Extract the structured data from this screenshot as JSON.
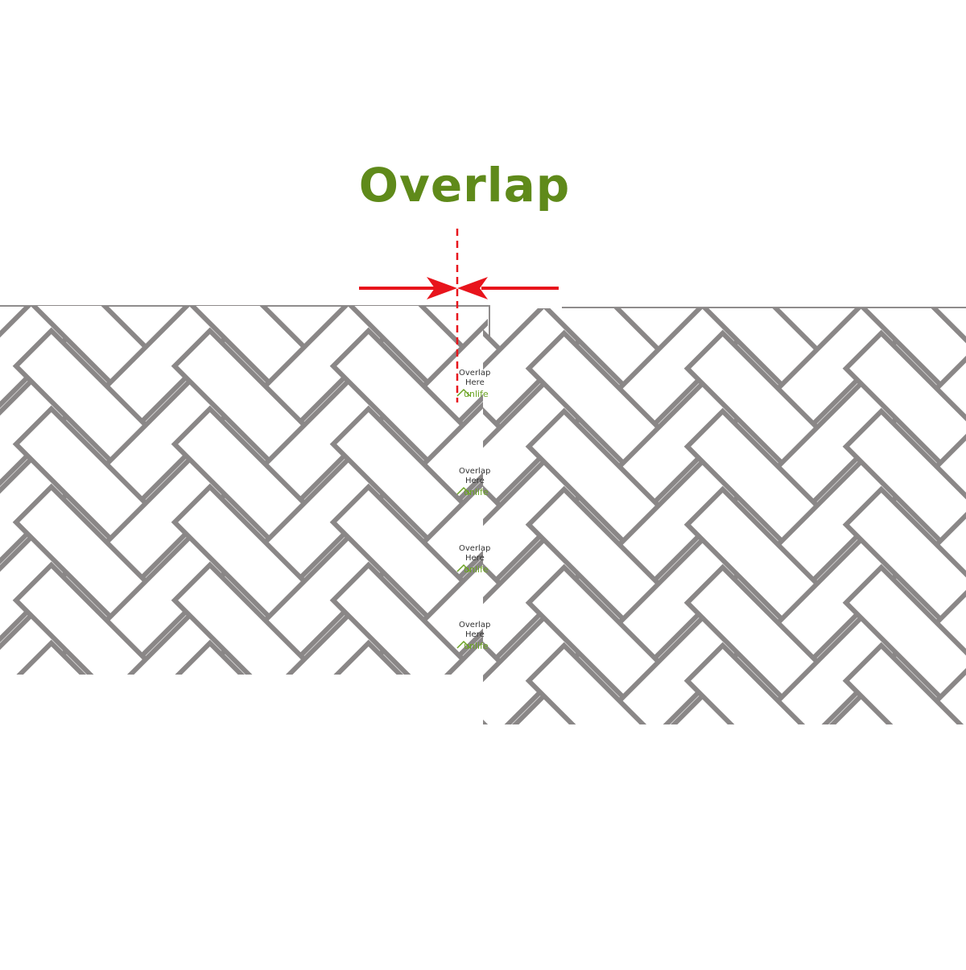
{
  "title": "Overlap",
  "overlap_marks": [
    {
      "line1": "Overlap",
      "line2": "Here",
      "brand": "unlife"
    },
    {
      "line1": "Overlap",
      "line2": "Here",
      "brand": "unlife"
    },
    {
      "line1": "Overlap",
      "line2": "Here",
      "brand": "unlife"
    },
    {
      "line1": "Overlap",
      "line2": "Here",
      "brand": "unlife"
    }
  ],
  "colors": {
    "title": "#5f8a1a",
    "arrow": "#e8141c",
    "tile_grout": "#8a8787",
    "brand": "#6aa321"
  },
  "icons": [
    "left-arrow-icon",
    "right-arrow-icon",
    "house-logo-icon"
  ]
}
